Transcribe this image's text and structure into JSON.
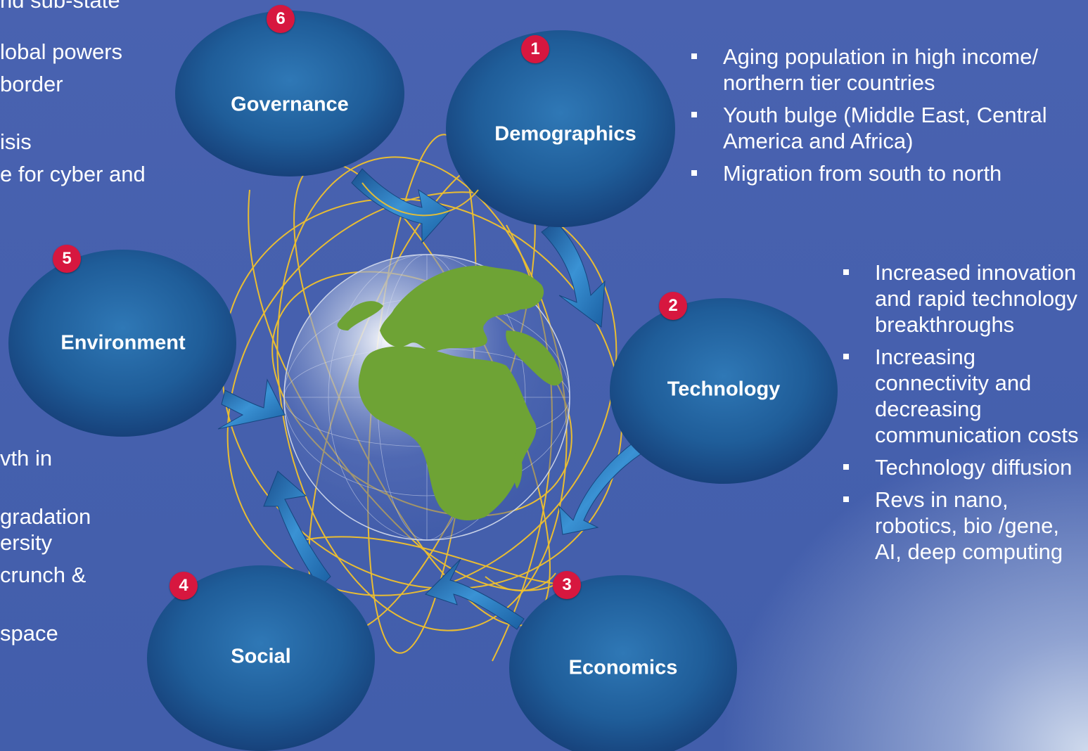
{
  "bubbles": [
    {
      "num": "1",
      "label": "Demographics"
    },
    {
      "num": "2",
      "label": "Technology"
    },
    {
      "num": "3",
      "label": "Economics"
    },
    {
      "num": "4",
      "label": "Social"
    },
    {
      "num": "5",
      "label": "Environment"
    },
    {
      "num": "6",
      "label": "Governance"
    }
  ],
  "demographics_bullets": [
    "Aging population in high income/ northern tier countries",
    "Youth bulge (Middle East, Central America and Africa)",
    "Migration from south to north"
  ],
  "technology_bullets": [
    "Increased innovation and rapid technology breakthroughs",
    "Increasing connectivity and decreasing communication costs",
    "Technology diffusion",
    "Revs in nano, robotics, bio /gene, AI, deep computing"
  ],
  "left_fragments": [
    "nd sub-state",
    "lobal powers",
    "border",
    "isis",
    "e  for cyber and",
    "vth in",
    "gradation",
    "ersity",
    "crunch &",
    "space"
  ],
  "colors": {
    "background": "#4560ab",
    "bubble": "#1f5d99",
    "badge": "#d7173f",
    "land": "#6ea335",
    "orbit": "#f2c22c",
    "arrow": "#2a7cc0"
  }
}
